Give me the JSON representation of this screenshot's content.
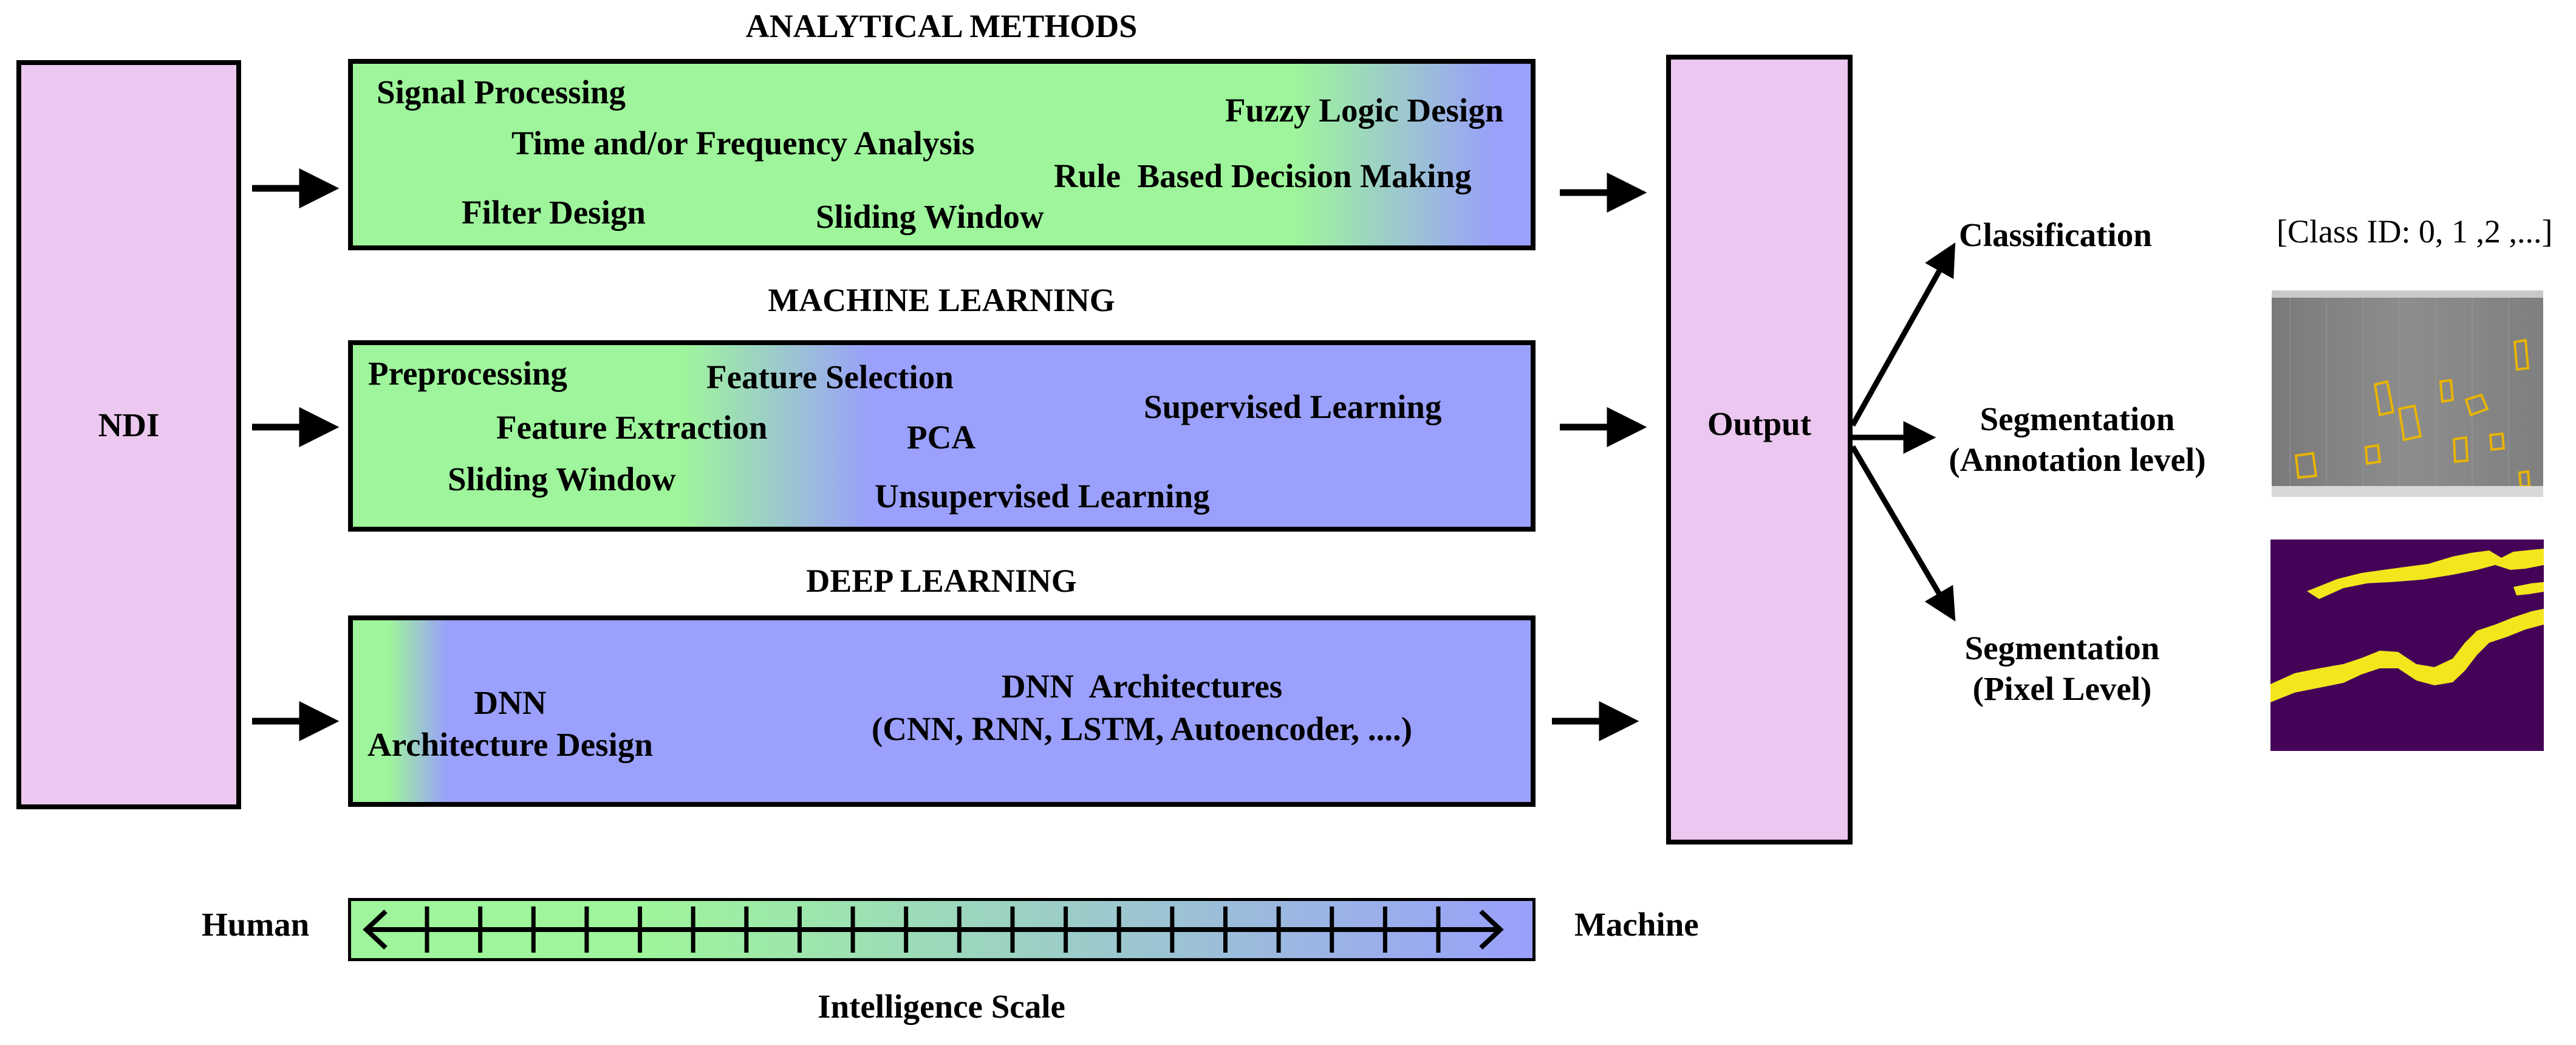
{
  "ndi": {
    "label": "NDI"
  },
  "output": {
    "label": "Output"
  },
  "analytical": {
    "heading": "ANALYTICAL METHODS",
    "items": [
      "Signal Processing",
      "Time and/or Frequency Analysis",
      "Filter Design",
      "Sliding Window",
      "Rule  Based Decision Making",
      "Fuzzy Logic Design"
    ]
  },
  "machine_learning": {
    "heading": "MACHINE LEARNING",
    "items": [
      "Preprocessing",
      "Feature Selection",
      "Feature Extraction",
      "PCA",
      "Sliding Window",
      "Unsupervised Learning",
      "Supervised Learning"
    ]
  },
  "deep_learning": {
    "heading": "DEEP LEARNING",
    "dnn_line1": "DNN",
    "dnn_line2": "Architecture Design",
    "arch_line1": "DNN  Architectures",
    "arch_line2": "(CNN, RNN, LSTM, Autoencoder, ....)"
  },
  "outputs": {
    "classification": "Classification",
    "class_ids": "[Class ID: 0, 1 ,2 ,...]",
    "seg_annotation_line1": "Segmentation",
    "seg_annotation_line2": "(Annotation level)",
    "seg_pixel_line1": "Segmentation",
    "seg_pixel_line2": "(Pixel Level)"
  },
  "scale": {
    "left": "Human",
    "right": "Machine",
    "caption": "Intelligence Scale",
    "tick_count": 20
  },
  "colors": {
    "green": "#9ef59b",
    "blue": "#9aa0fb",
    "pink": "#ecc7ef",
    "annotation_outline": "#e8b400",
    "crack_yellow": "#f3e61d",
    "crack_bg": "#440357"
  }
}
